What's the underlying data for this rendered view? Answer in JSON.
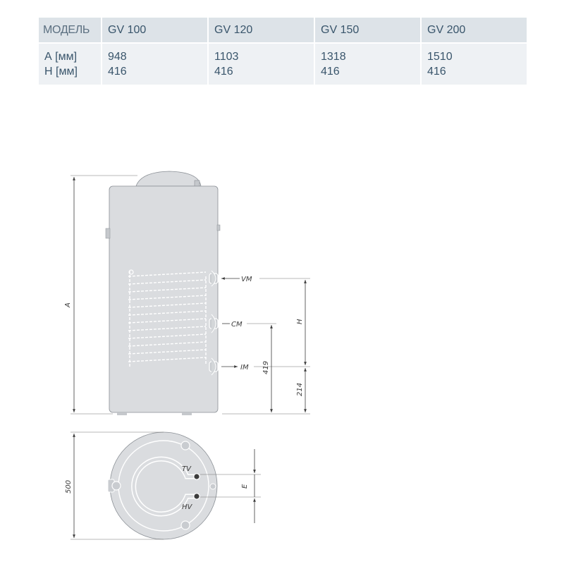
{
  "table": {
    "header": [
      "МОДЕЛЬ",
      "GV 100",
      "GV 120",
      "GV 150",
      "GV 200"
    ],
    "row_labels": [
      "А [мм]",
      "Н [мм]"
    ],
    "columns": [
      {
        "a": "948",
        "h": "416"
      },
      {
        "a": "1103",
        "h": "416"
      },
      {
        "a": "1318",
        "h": "416"
      },
      {
        "a": "1510",
        "h": "416"
      }
    ]
  },
  "drawing": {
    "side_view": {
      "dim_total": "A",
      "dim_coil": "H",
      "dim_im_height": "419",
      "dim_bottom": "214",
      "connections": [
        "VM",
        "CM",
        "IM"
      ]
    },
    "top_view": {
      "diameter": "500",
      "offset": "E",
      "connections": [
        "TV",
        "HV"
      ]
    }
  },
  "colors": {
    "table_header_bg": "#dde3e8",
    "table_body_bg": "#eef1f4",
    "table_text": "#39556b",
    "tank_fill": "#dadcdf",
    "line": "#3c3c3c"
  }
}
